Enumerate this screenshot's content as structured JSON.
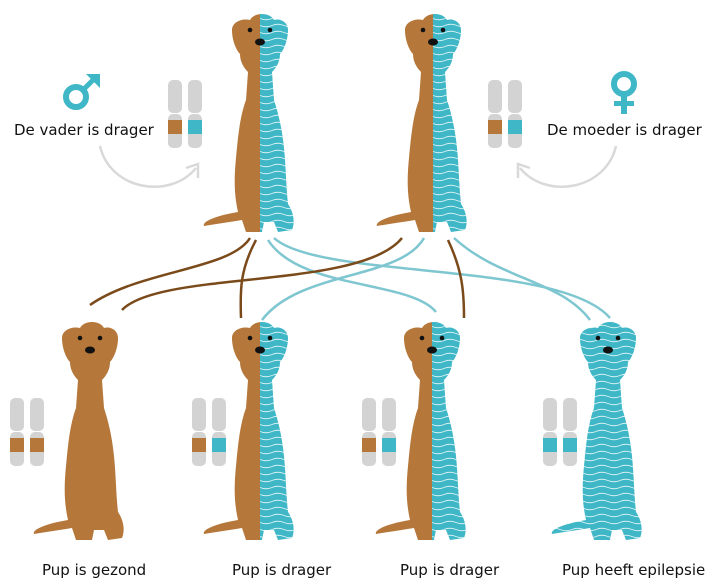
{
  "colors": {
    "dominant": "#b5773a",
    "recessive": "#3fb7c6",
    "chromosome": "#d3d3d3",
    "arrow": "#d9d9d9",
    "line_brown": "#7a4a1a",
    "line_teal": "#7ec6d0",
    "wave": "#ffffff"
  },
  "parents": {
    "father": {
      "label": "De vader is drager",
      "symbol": "male-symbol",
      "alleles": [
        "dominant",
        "recessive"
      ]
    },
    "mother": {
      "label": "De moeder is drager",
      "symbol": "female-symbol",
      "alleles": [
        "dominant",
        "recessive"
      ]
    }
  },
  "offspring": [
    {
      "label": "Pup is gezond",
      "alleles": [
        "dominant",
        "dominant"
      ]
    },
    {
      "label": "Pup is drager",
      "alleles": [
        "dominant",
        "recessive"
      ]
    },
    {
      "label": "Pup is drager",
      "alleles": [
        "dominant",
        "recessive"
      ]
    },
    {
      "label": "Pup heeft epilepsie",
      "alleles": [
        "recessive",
        "recessive"
      ]
    }
  ]
}
